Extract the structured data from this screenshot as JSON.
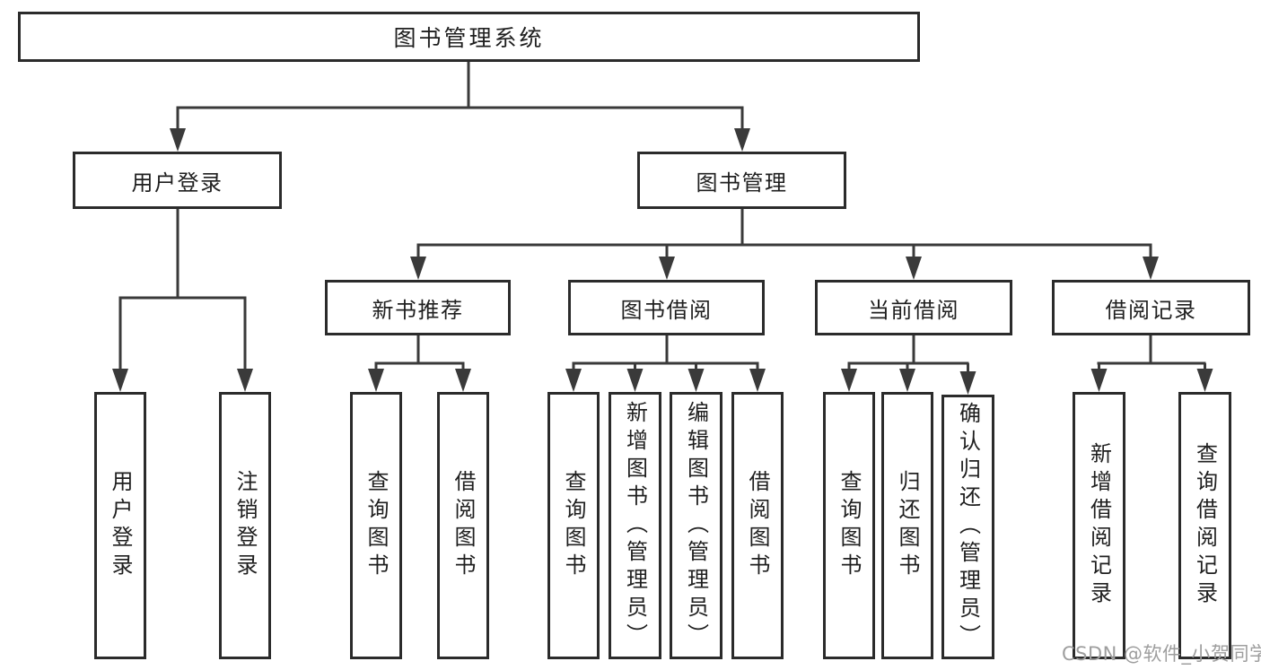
{
  "tree": {
    "root": {
      "label": "图书管理系统"
    },
    "branches": [
      {
        "label": "用户登录",
        "leaves": [
          "用户登录",
          "注销登录"
        ]
      },
      {
        "label": "图书管理",
        "groups": [
          {
            "label": "新书推荐",
            "leaves": [
              "查询图书",
              "借阅图书"
            ]
          },
          {
            "label": "图书借阅",
            "leaves": [
              "查询图书",
              "新增图书（管理员）",
              "编辑图书（管理员）",
              "借阅图书"
            ]
          },
          {
            "label": "当前借阅",
            "leaves": [
              "查询图书",
              "归还图书",
              "确认归还（管理员）"
            ]
          },
          {
            "label": "借阅记录",
            "leaves": [
              "新增借阅记录",
              "查询借阅记录"
            ]
          }
        ]
      }
    ]
  },
  "watermark": {
    "text": "CSDN @软件_小贺同学"
  },
  "colors": {
    "line": "#3a3a3a",
    "border": "#2b2b2b",
    "text": "#1f1f1f",
    "canvas-bg": "#ffffff",
    "watermark": "#9e9e9e"
  }
}
